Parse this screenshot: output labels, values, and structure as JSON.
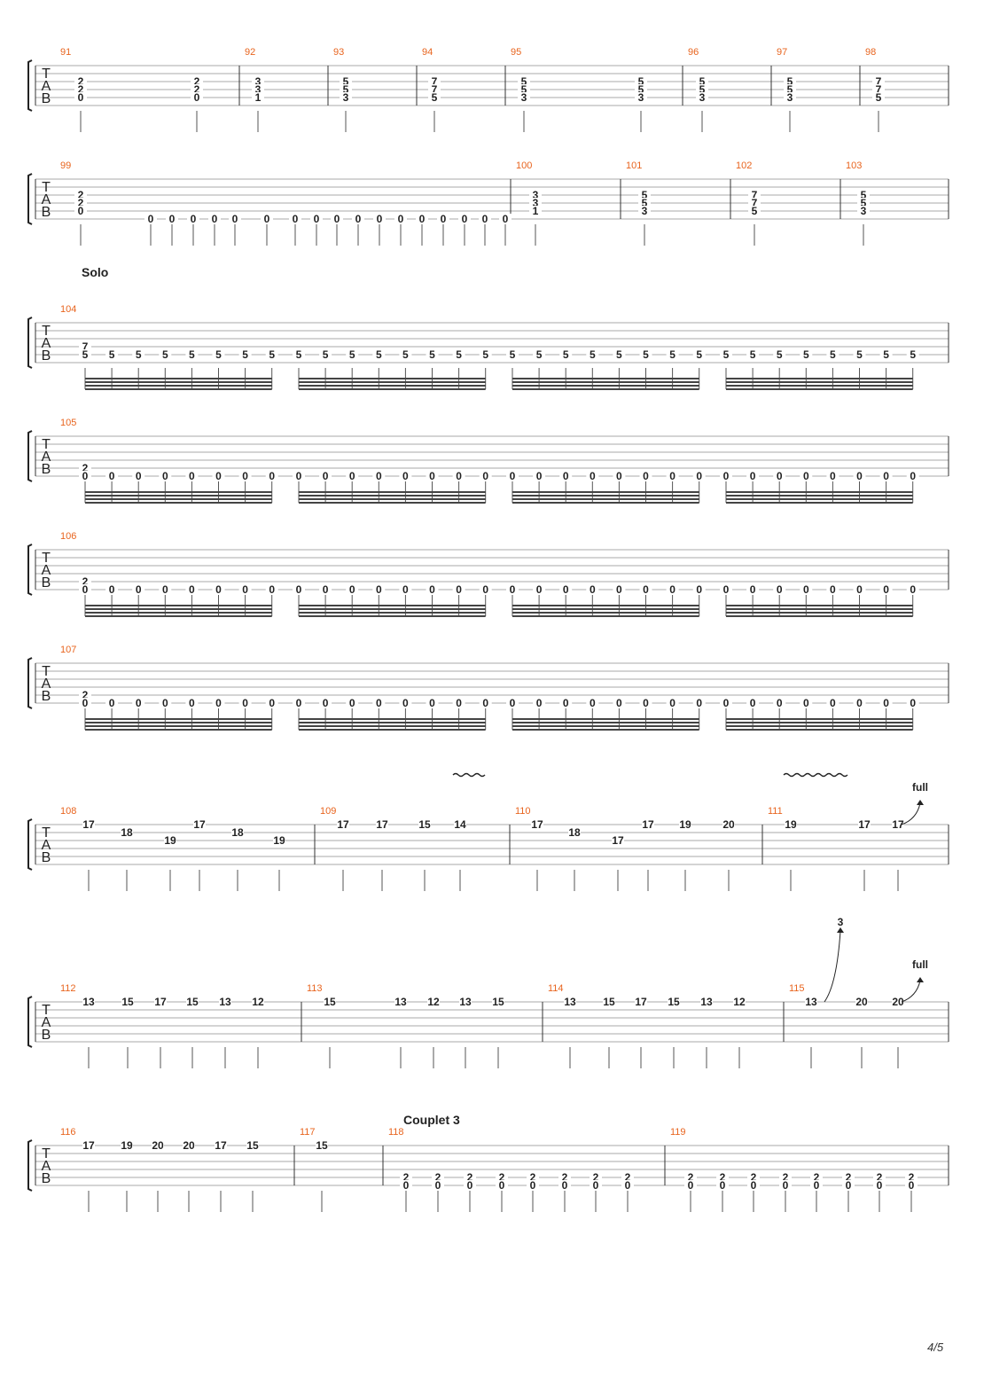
{
  "page_number": "4/5",
  "tab_label": [
    "T",
    "A",
    "B"
  ],
  "systems": [
    {
      "section_label": "",
      "measures": [
        {
          "number": "91",
          "notes": [
            [
              2,
              2,
              0
            ],
            [
              2,
              2,
              0
            ]
          ]
        },
        {
          "number": "92",
          "notes": [
            [
              3,
              3,
              1
            ]
          ]
        },
        {
          "number": "93",
          "notes": [
            [
              5,
              5,
              3
            ]
          ]
        },
        {
          "number": "94",
          "notes": [
            [
              7,
              7,
              5
            ]
          ]
        },
        {
          "number": "95",
          "notes": [
            [
              5,
              5,
              3
            ],
            [
              5,
              5,
              3
            ]
          ]
        },
        {
          "number": "96",
          "notes": [
            [
              5,
              5,
              3
            ]
          ]
        },
        {
          "number": "97",
          "notes": [
            [
              5,
              5,
              3
            ]
          ]
        },
        {
          "number": "98",
          "notes": [
            [
              7,
              7,
              5
            ]
          ]
        }
      ]
    },
    {
      "section_label": "",
      "measures": [
        {
          "number": "99",
          "notes": [
            [
              2,
              2,
              0
            ],
            [
              0
            ],
            [
              0
            ],
            [
              0
            ],
            [
              0
            ],
            [
              0
            ],
            [
              0
            ],
            [
              0
            ],
            [
              0
            ],
            [
              0
            ],
            [
              0
            ],
            [
              0
            ],
            [
              0
            ],
            [
              0
            ],
            [
              0
            ],
            [
              0
            ],
            [
              0
            ],
            [
              0
            ]
          ]
        },
        {
          "number": "100",
          "notes": [
            [
              3,
              3,
              1
            ]
          ]
        },
        {
          "number": "101",
          "notes": [
            [
              5,
              5,
              3
            ]
          ]
        },
        {
          "number": "102",
          "notes": [
            [
              7,
              7,
              5
            ]
          ]
        },
        {
          "number": "103",
          "notes": [
            [
              5,
              5,
              3
            ]
          ]
        }
      ]
    },
    {
      "section_label": "Solo",
      "measures": [
        {
          "number": "104",
          "notes": [
            [
              7,
              5
            ],
            [
              5
            ],
            [
              5
            ],
            [
              5
            ],
            [
              5
            ],
            [
              5
            ],
            [
              5
            ],
            [
              5
            ],
            [
              5
            ],
            [
              5
            ],
            [
              5
            ],
            [
              5
            ],
            [
              5
            ],
            [
              5
            ],
            [
              5
            ],
            [
              5
            ],
            [
              5
            ],
            [
              5
            ],
            [
              5
            ],
            [
              5
            ],
            [
              5
            ],
            [
              5
            ],
            [
              5
            ],
            [
              5
            ],
            [
              5
            ],
            [
              5
            ],
            [
              5
            ],
            [
              5
            ],
            [
              5
            ],
            [
              5
            ],
            [
              5
            ],
            [
              5
            ]
          ]
        }
      ]
    },
    {
      "section_label": "",
      "measures": [
        {
          "number": "105",
          "notes": [
            [
              2,
              0
            ],
            [
              0
            ],
            [
              0
            ],
            [
              0
            ],
            [
              0
            ],
            [
              0
            ],
            [
              0
            ],
            [
              0
            ],
            [
              0
            ],
            [
              0
            ],
            [
              0
            ],
            [
              0
            ],
            [
              0
            ],
            [
              0
            ],
            [
              0
            ],
            [
              0
            ],
            [
              0
            ],
            [
              0
            ],
            [
              0
            ],
            [
              0
            ],
            [
              0
            ],
            [
              0
            ],
            [
              0
            ],
            [
              0
            ],
            [
              0
            ],
            [
              0
            ],
            [
              0
            ],
            [
              0
            ],
            [
              0
            ],
            [
              0
            ],
            [
              0
            ],
            [
              0
            ]
          ]
        }
      ]
    },
    {
      "section_label": "",
      "measures": [
        {
          "number": "106",
          "notes": [
            [
              2,
              0
            ],
            [
              0
            ],
            [
              0
            ],
            [
              0
            ],
            [
              0
            ],
            [
              0
            ],
            [
              0
            ],
            [
              0
            ],
            [
              0
            ],
            [
              0
            ],
            [
              0
            ],
            [
              0
            ],
            [
              0
            ],
            [
              0
            ],
            [
              0
            ],
            [
              0
            ],
            [
              0
            ],
            [
              0
            ],
            [
              0
            ],
            [
              0
            ],
            [
              0
            ],
            [
              0
            ],
            [
              0
            ],
            [
              0
            ],
            [
              0
            ],
            [
              0
            ],
            [
              0
            ],
            [
              0
            ],
            [
              0
            ],
            [
              0
            ],
            [
              0
            ],
            [
              0
            ]
          ]
        }
      ]
    },
    {
      "section_label": "",
      "measures": [
        {
          "number": "107",
          "notes": [
            [
              2,
              0
            ],
            [
              0
            ],
            [
              0
            ],
            [
              0
            ],
            [
              0
            ],
            [
              0
            ],
            [
              0
            ],
            [
              0
            ],
            [
              0
            ],
            [
              0
            ],
            [
              0
            ],
            [
              0
            ],
            [
              0
            ],
            [
              0
            ],
            [
              0
            ],
            [
              0
            ],
            [
              0
            ],
            [
              0
            ],
            [
              0
            ],
            [
              0
            ],
            [
              0
            ],
            [
              0
            ],
            [
              0
            ],
            [
              0
            ],
            [
              0
            ],
            [
              0
            ],
            [
              0
            ],
            [
              0
            ],
            [
              0
            ],
            [
              0
            ],
            [
              0
            ],
            [
              0
            ]
          ]
        }
      ]
    },
    {
      "section_label": "",
      "measures": [
        {
          "number": "108",
          "notes": [
            [
              17
            ],
            [
              18
            ],
            [
              19
            ],
            [
              17
            ],
            [
              18
            ],
            [
              19
            ]
          ]
        },
        {
          "number": "109",
          "notes": [
            [
              17
            ],
            [
              17
            ],
            [
              15
            ],
            [
              14
            ]
          ]
        },
        {
          "number": "110",
          "notes": [
            [
              17
            ],
            [
              18
            ],
            [
              17
            ],
            [
              17
            ],
            [
              19
            ],
            [
              20
            ]
          ]
        },
        {
          "number": "111",
          "notes": [
            [
              19
            ],
            [
              17
            ],
            [
              17
            ]
          ],
          "annotation": "full"
        }
      ]
    },
    {
      "section_label": "",
      "measures": [
        {
          "number": "112",
          "notes": [
            [
              13
            ],
            [
              15
            ],
            [
              17
            ],
            [
              15
            ],
            [
              13
            ],
            [
              12
            ]
          ]
        },
        {
          "number": "113",
          "notes": [
            [
              15
            ],
            [
              13
            ],
            [
              12
            ],
            [
              13
            ],
            [
              15
            ]
          ]
        },
        {
          "number": "114",
          "notes": [
            [
              13
            ],
            [
              15
            ],
            [
              17
            ],
            [
              15
            ],
            [
              13
            ],
            [
              12
            ]
          ]
        },
        {
          "number": "115",
          "notes": [
            [
              13
            ],
            [
              20
            ],
            [
              20
            ]
          ],
          "annotations": [
            "3",
            "full"
          ]
        }
      ]
    },
    {
      "section_label": "Couplet 3",
      "measures": [
        {
          "number": "116",
          "notes": [
            [
              17
            ],
            [
              19
            ],
            [
              20
            ],
            [
              20
            ],
            [
              17
            ],
            [
              15
            ]
          ]
        },
        {
          "number": "117",
          "notes": [
            [
              15
            ]
          ]
        },
        {
          "number": "118",
          "notes": [
            [
              2,
              0
            ],
            [
              2,
              0
            ],
            [
              2,
              0
            ],
            [
              2,
              0
            ],
            [
              2,
              0
            ],
            [
              2,
              0
            ],
            [
              2,
              0
            ],
            [
              2,
              0
            ]
          ]
        },
        {
          "number": "119",
          "notes": [
            [
              2,
              0
            ],
            [
              2,
              0
            ],
            [
              2,
              0
            ],
            [
              2,
              0
            ],
            [
              2,
              0
            ],
            [
              2,
              0
            ],
            [
              2,
              0
            ],
            [
              2,
              0
            ]
          ]
        }
      ]
    }
  ]
}
